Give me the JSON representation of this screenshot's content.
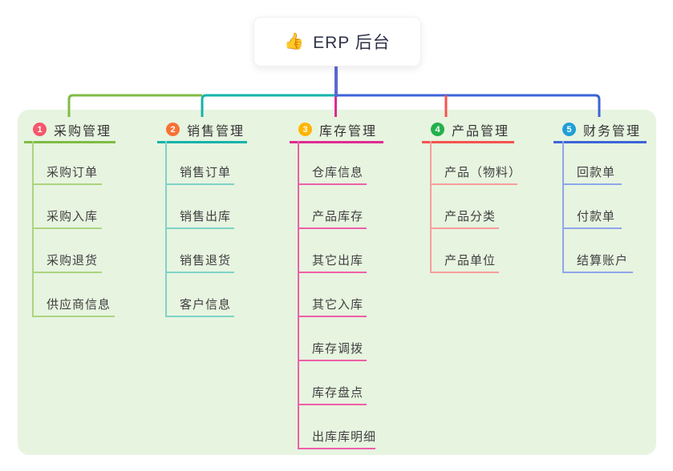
{
  "root": {
    "icon": "👍",
    "label": "ERP 后台"
  },
  "colors": {
    "canvas_bg": "#ffffff",
    "panel_bg": "#e7f4e0",
    "root_stem": "#5a68d0",
    "root_card_bg": "#ffffff",
    "root_text": "#2f3349"
  },
  "branches": [
    {
      "badge": "1",
      "label": "采购管理",
      "badge_color": "#f5576c",
      "line_color": "#7fbc45",
      "child_line_color": "#abd47f",
      "children": [
        "采购订单",
        "采购入库",
        "采购退货",
        "供应商信息"
      ]
    },
    {
      "badge": "2",
      "label": "销售管理",
      "badge_color": "#f77234",
      "line_color": "#14b3a9",
      "child_line_color": "#7ed3c9",
      "children": [
        "销售订单",
        "销售出库",
        "销售退货",
        "客户信息"
      ]
    },
    {
      "badge": "3",
      "label": "库存管理",
      "badge_color": "#ffb400",
      "line_color": "#de2b92",
      "child_line_color": "#ee5fa8",
      "children": [
        "仓库信息",
        "产品库存",
        "其它出库",
        "其它入库",
        "库存调拨",
        "库存盘点",
        "出库库明细"
      ]
    },
    {
      "badge": "4",
      "label": "产品管理",
      "badge_color": "#23b14d",
      "line_color": "#f4534e",
      "child_line_color": "#f79e9a",
      "children": [
        "产品（物料）",
        "产品分类",
        "产品单位"
      ]
    },
    {
      "badge": "5",
      "label": "财务管理",
      "badge_color": "#219fd9",
      "line_color": "#3e63d7",
      "child_line_color": "#8ea6ea",
      "children": [
        "回款单",
        "付款单",
        "结算账户"
      ]
    }
  ]
}
